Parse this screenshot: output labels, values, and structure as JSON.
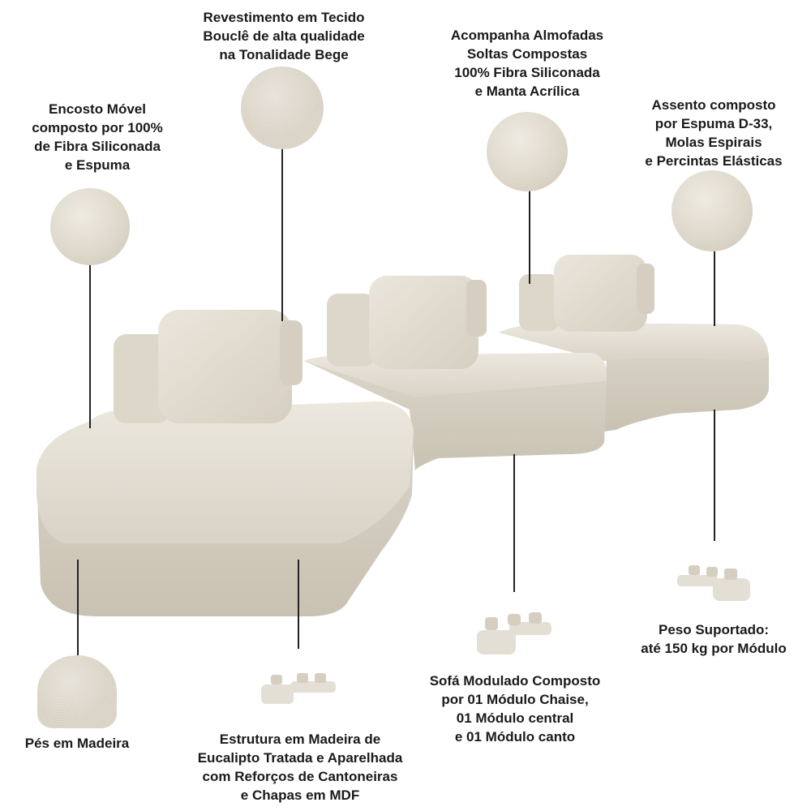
{
  "callouts": {
    "fabric": {
      "lines": [
        "Revestimento em Tecido",
        "Bouclê de alta qualidade",
        "na Tonalidade Bege"
      ]
    },
    "cushions": {
      "lines": [
        "Acompanha Almofadas",
        "Soltas Compostas",
        "100% Fibra Siliconada",
        "e Manta Acrílica"
      ]
    },
    "backrest": {
      "lines": [
        "Encosto Móvel",
        "composto por 100%",
        "de Fibra Siliconada",
        "e Espuma"
      ]
    },
    "seat": {
      "lines": [
        "Assento composto",
        "por Espuma D-33,",
        "Molas Espirais",
        "e Percintas Elásticas"
      ]
    },
    "weight": {
      "lines": [
        "Peso Suportado:",
        "até 150 kg por Módulo"
      ]
    },
    "modules": {
      "lines": [
        "Sofá Modulado Composto",
        "por 01 Módulo Chaise,",
        "01 Módulo central",
        "e 01 Módulo canto"
      ]
    },
    "structure": {
      "lines": [
        "Estrutura em Madeira de",
        "Eucalipto Tratada e Aparelhada",
        "com Reforços de Cantoneiras",
        "e Chapas em MDF"
      ]
    },
    "feet": {
      "lines": [
        "Pés em Madeira"
      ]
    }
  },
  "colors": {
    "fabric": "#e4dfd4",
    "fabric_shadow": "#cfc8b9",
    "text": "#1a1a1a",
    "line": "#222222"
  },
  "icons": {
    "fabric_swatch": "boucle-fabric-swatch-icon",
    "cushion_thumb": "loose-cushion-thumbnail-icon",
    "backrest_thumb": "backrest-thumbnail-icon",
    "seat_thumb": "seat-module-thumbnail-icon",
    "sofa_thumb_small": "sofa-miniature-icon",
    "foot_thumb": "wooden-foot-icon"
  }
}
